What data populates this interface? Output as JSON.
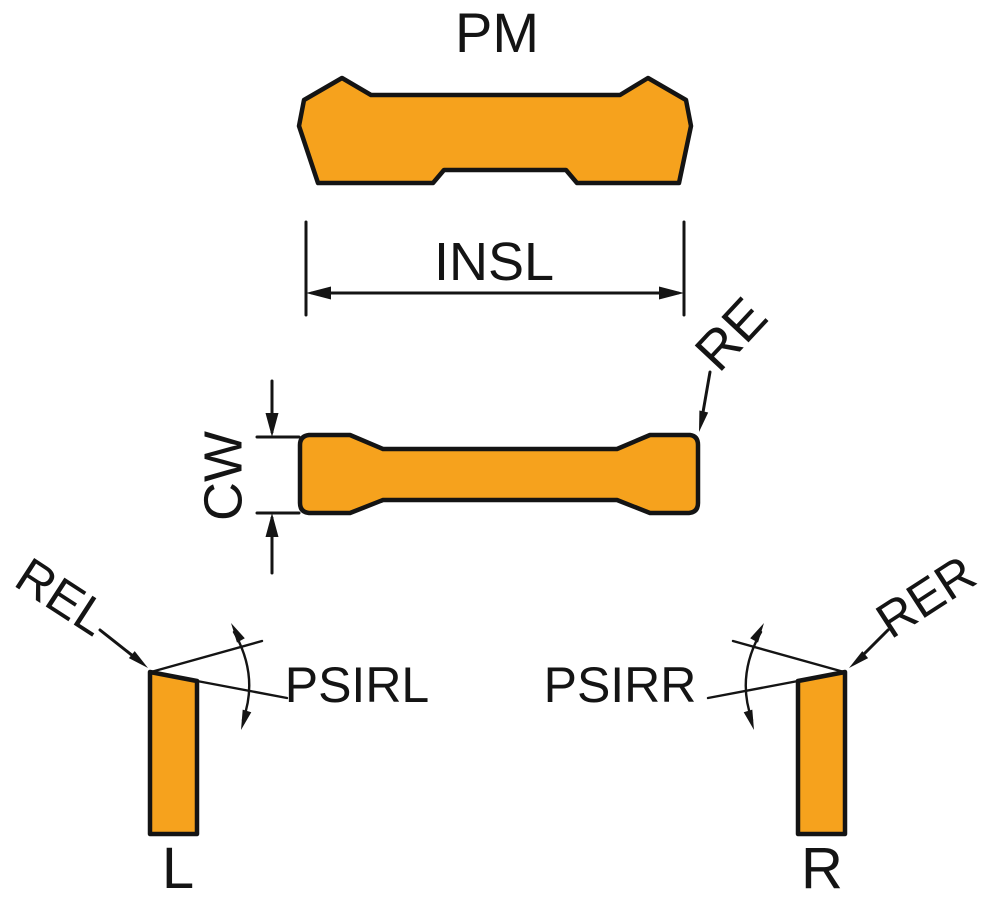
{
  "diagram": {
    "labels": {
      "pm": "PM",
      "insl": "INSL",
      "re": "RE",
      "cw": "CW",
      "rel": "REL",
      "psirl": "PSIRL",
      "psirr": "PSIRR",
      "rer": "RER",
      "left": "L",
      "right": "R"
    },
    "colors": {
      "insert_fill": "#F6A21D",
      "outline": "#141414",
      "background": "#FFFFFF"
    }
  }
}
